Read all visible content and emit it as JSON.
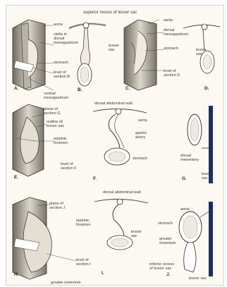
{
  "labels": {
    "superior_recess": "superior recess of lesser sac",
    "aorta_a": "aorta",
    "clefts": "clefts in\ndorsal\nmesogastrium",
    "stomach_a": "stomach",
    "level_b": "level of\nsection B",
    "ventral": "ventral\nmesogastrium",
    "aorta_c": "aorta",
    "dorsal_meso_c": "dorsal\nmesogastrium",
    "lesser_sac_b": "lesser\nsac",
    "stomach_c": "stomach",
    "lesser_sac_d": "lesser\nsac",
    "level_d": "level of\nsection D",
    "plane_g": "plane of\nsection G",
    "outline": "outline of\nlesser sac",
    "epiploic_e": "epiploic\nforamen",
    "level_f": "level of\nsection F",
    "dorsal_wall_f": "dorsal abdominal wall",
    "aorta_f": "aorta",
    "gastric": "gastric\nartery",
    "stomach_f": "stomach",
    "dorsal_mesentery": "dorsal\nmesentery",
    "lesser_sac_g": "lesser\nsac",
    "dorsal_wall_i": "dorsal abdominal wall",
    "plane_j": "plane of\nsection J",
    "epiploic_h": "epiploic\nforamen",
    "lesser_sac_i": "lesser\nsac",
    "level_i": "level of\nsection I",
    "greater_omentum_h": "greater omentum",
    "aorta_j": "aorta",
    "stomach_j": "stomach",
    "greater_omentum_j": "greater\nomentum",
    "inferior_recess": "inferior recess\nof lesser sac",
    "lesser_sac_j": "lesser sac"
  },
  "captions": [
    "A.",
    "B.",
    "C.",
    "D.",
    "E.",
    "F.",
    "G.",
    "H.",
    "I.",
    "J."
  ],
  "colors": {
    "stripe": "#1f2a6b",
    "outline": "#2b2b2b",
    "tissue": "#d9d4c6",
    "shade": "#8c887d"
  }
}
